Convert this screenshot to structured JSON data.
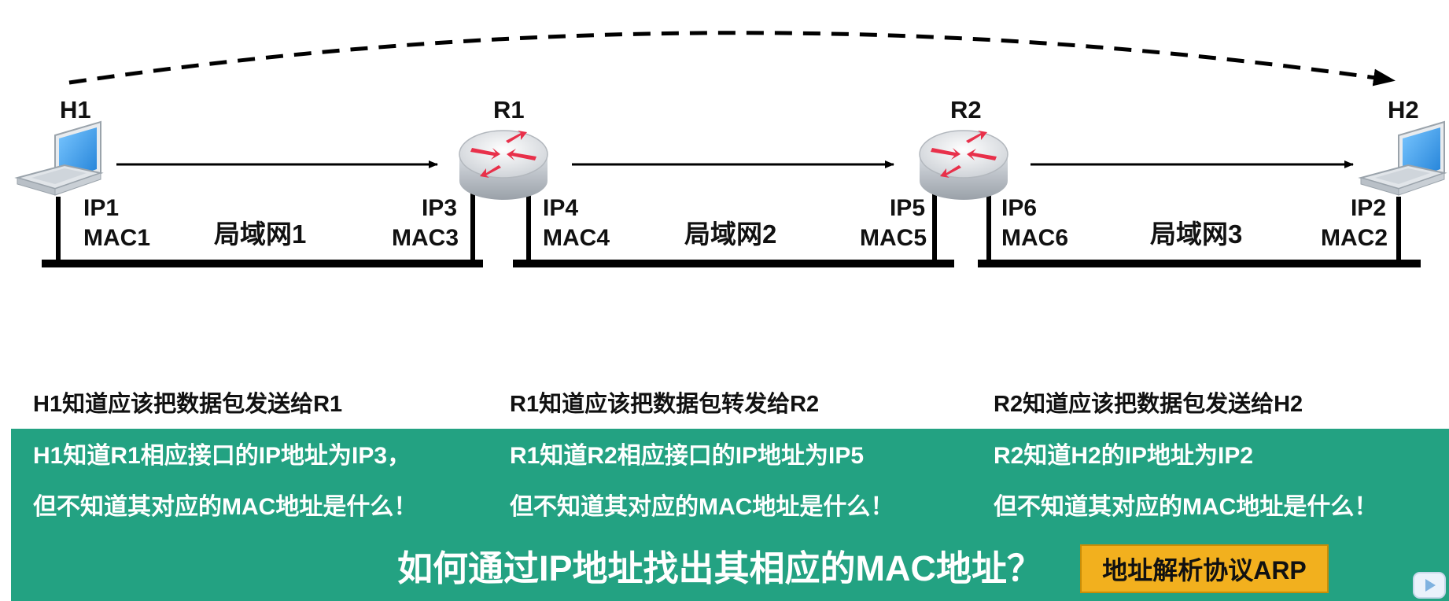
{
  "nodes": {
    "h1": "H1",
    "r1": "R1",
    "r2": "R2",
    "h2": "H2"
  },
  "interfaces": {
    "h1_ip": "IP1",
    "h1_mac": "MAC1",
    "r1_left_ip": "IP3",
    "r1_left_mac": "MAC3",
    "r1_right_ip": "IP4",
    "r1_right_mac": "MAC4",
    "r2_left_ip": "IP5",
    "r2_left_mac": "MAC5",
    "r2_right_ip": "IP6",
    "r2_right_mac": "MAC6",
    "h2_ip": "IP2",
    "h2_mac": "MAC2"
  },
  "lans": [
    "局域网1",
    "局域网2",
    "局域网3"
  ],
  "steps": [
    "H1知道应该把数据包发送给R1",
    "R1知道应该把数据包转发给R2",
    "R2知道应该把数据包发送给H2"
  ],
  "notes": [
    {
      "known": "H1知道R1相应接口的IP地址为IP3，",
      "unknown": "但不知道其对应的MAC地址是什么！"
    },
    {
      "known": "R1知道R2相应接口的IP地址为IP5",
      "unknown": "但不知道其对应的MAC地址是什么！"
    },
    {
      "known": "R2知道H2的IP地址为IP2",
      "unknown": "但不知道其对应的MAC地址是什么！"
    }
  ],
  "question": "如何通过IP地址找出其相应的MAC地址？",
  "answer_button": "地址解析协议ARP",
  "colors": {
    "panel": "#23a282",
    "button": "#f2b01e",
    "router_arrow": "#e8304a",
    "laptop_screen": "#3aa0e8"
  },
  "icons": {
    "host": "laptop-icon",
    "router": "router-icon",
    "corner": "video-player-icon"
  }
}
